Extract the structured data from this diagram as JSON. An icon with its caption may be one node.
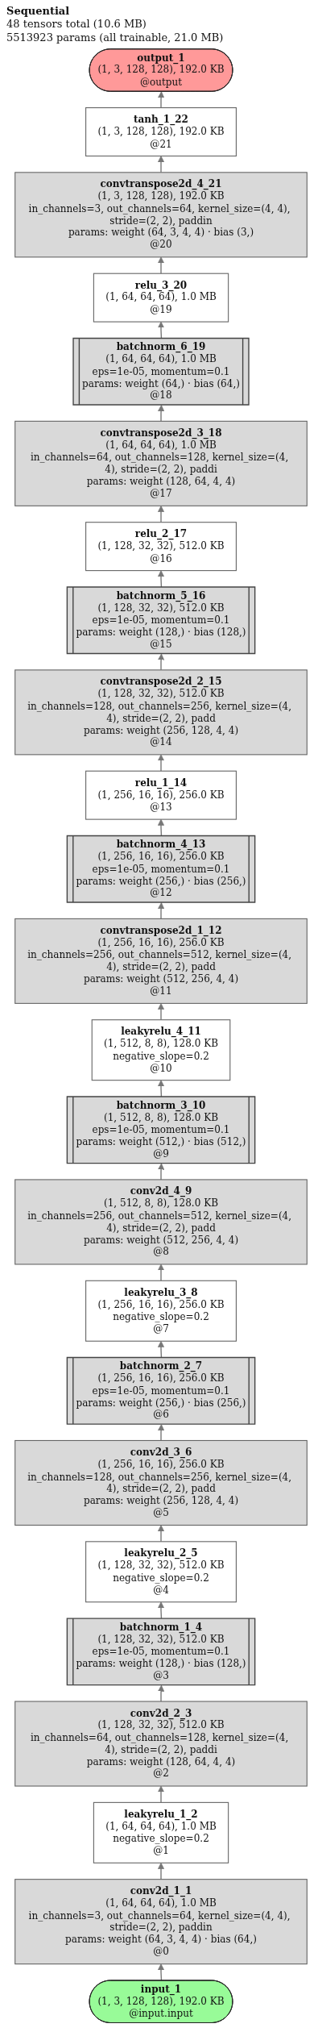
{
  "diagram": {
    "title": "Sequential",
    "nodes": [
      {
        "text": [
          "output_1",
          "(1, 3, 128, 128), 192.0 KB",
          "@output"
        ]
      },
      {
        "text": [
          "tanh_1_22",
          "(1, 3, 128, 128), 192.0 KB",
          "@21"
        ]
      },
      {
        "text": [
          "convtranspose2d_4_21",
          "(1, 3, 128, 128), 192.0 KB",
          "in_channels=3, out_channels=64, kernel_size=(4, 4), stride=(2, 2), paddin",
          "params: weight (64, 3, 4, 4) · bias (3,)",
          "@20"
        ]
      },
      {
        "text": [
          "relu_3_20",
          "(1, 64, 64, 64), 1.0 MB",
          "@19"
        ]
      },
      {
        "text": [
          "batchnorm_6_19",
          "(1, 64, 64, 64), 1.0 MB",
          "eps=1e-05, momentum=0.1",
          "params: weight (64,) · bias (64,)",
          "@18"
        ]
      },
      {
        "text": [
          "convtranspose2d_3_18",
          "(1, 64, 64, 64), 1.0 MB",
          "in_channels=64, out_channels=128, kernel_size=(4, 4), stride=(2, 2), paddi",
          "params: weight (128, 64, 4, 4)",
          "@17"
        ]
      },
      {
        "text": [
          "relu_2_17",
          "(1, 128, 32, 32), 512.0 KB",
          "@16"
        ]
      },
      {
        "text": [
          "batchnorm_5_16",
          "(1, 128, 32, 32), 512.0 KB",
          "eps=1e-05, momentum=0.1",
          "params: weight (128,) · bias (128,)",
          "@15"
        ]
      },
      {
        "text": [
          "convtranspose2d_2_15",
          "(1, 128, 32, 32), 512.0 KB",
          "in_channels=128, out_channels=256, kernel_size=(4, 4), stride=(2, 2), padd",
          "params: weight (256, 128, 4, 4)",
          "@14"
        ]
      },
      {
        "text": [
          "relu_1_14",
          "(1, 256, 16, 16), 256.0 KB",
          "@13"
        ]
      },
      {
        "text": [
          "batchnorm_4_13",
          "(1, 256, 16, 16), 256.0 KB",
          "eps=1e-05, momentum=0.1",
          "params: weight (256,) · bias (256,)",
          "@12"
        ]
      },
      {
        "text": [
          "convtranspose2d_1_12",
          "(1, 256, 16, 16), 256.0 KB",
          "in_channels=256, out_channels=512, kernel_size=(4, 4), stride=(2, 2), padd",
          "params: weight (512, 256, 4, 4)",
          "@11"
        ]
      },
      {
        "text": [
          "leakyrelu_4_11",
          "(1, 512, 8, 8), 128.0 KB",
          "negative_slope=0.2",
          "@10"
        ]
      },
      {
        "text": [
          "batchnorm_3_10",
          "(1, 512, 8, 8), 128.0 KB",
          "eps=1e-05, momentum=0.1",
          "params: weight (512,) · bias (512,)",
          "@9"
        ]
      },
      {
        "text": [
          "conv2d_4_9",
          "(1, 512, 8, 8), 128.0 KB",
          "in_channels=256, out_channels=512, kernel_size=(4, 4), stride=(2, 2), padd",
          "params: weight (512, 256, 4, 4)",
          "@8"
        ]
      },
      {
        "text": [
          "leakyrelu_3_8",
          "(1, 256, 16, 16), 256.0 KB",
          "negative_slope=0.2",
          "@7"
        ]
      },
      {
        "text": [
          "batchnorm_2_7",
          "(1, 256, 16, 16), 256.0 KB",
          "eps=1e-05, momentum=0.1",
          "params: weight (256,) · bias (256,)",
          "@6"
        ]
      },
      {
        "text": [
          "conv2d_3_6",
          "(1, 256, 16, 16), 256.0 KB",
          "in_channels=128, out_channels=256, kernel_size=(4, 4), stride=(2, 2), padd",
          "params: weight (256, 128, 4, 4)",
          "@5"
        ]
      },
      {
        "text": [
          "leakyrelu_2_5",
          "(1, 128, 32, 32), 512.0 KB",
          "negative_slope=0.2",
          "@4"
        ]
      },
      {
        "text": [
          "batchnorm_1_4",
          "(1, 128, 32, 32), 512.0 KB",
          "eps=1e-05, momentum=0.1",
          "params: weight (128,) · bias (128,)",
          "@3"
        ]
      },
      {
        "text": [
          "conv2d_2_3",
          "(1, 128, 32, 32), 512.0 KB",
          "in_channels=64, out_channels=128, kernel_size=(4, 4), stride=(2, 2), paddi",
          "params: weight (128, 64, 4, 4)",
          "@2"
        ]
      },
      {
        "text": [
          "leakyrelu_1_2",
          "(1, 64, 64, 64), 1.0 MB",
          "negative_slope=0.2",
          "@1"
        ]
      },
      {
        "text": [
          "conv2d_1_1",
          "(1, 64, 64, 64), 1.0 MB",
          "in_channels=3, out_channels=64, kernel_size=(4, 4), stride=(2, 2), paddin",
          "params: weight (64, 3, 4, 4) · bias (64,)",
          "@0"
        ]
      },
      {
        "text": [
          "input_1",
          "(1, 3, 128, 128), 192.0 KB",
          "@input.input"
        ]
      }
    ],
    "edges": [
      {
        "from": 23,
        "to": 22,
        "arrow": "to"
      },
      {
        "from": 22,
        "to": 21,
        "arrow": "to"
      },
      {
        "from": 21,
        "to": 20,
        "arrow": "to"
      },
      {
        "from": 20,
        "to": 19,
        "arrow": "to"
      },
      {
        "from": 19,
        "to": 18,
        "arrow": "to"
      },
      {
        "from": 18,
        "to": 17,
        "arrow": "to"
      },
      {
        "from": 17,
        "to": 16,
        "arrow": "to"
      },
      {
        "from": 16,
        "to": 15,
        "arrow": "to"
      },
      {
        "from": 15,
        "to": 14,
        "arrow": "to"
      },
      {
        "from": 14,
        "to": 13,
        "arrow": "to"
      },
      {
        "from": 13,
        "to": 12,
        "arrow": "to"
      },
      {
        "from": 12,
        "to": 11,
        "arrow": "to"
      },
      {
        "from": 11,
        "to": 10,
        "arrow": "to"
      },
      {
        "from": 10,
        "to": 9,
        "arrow": "to"
      },
      {
        "from": 9,
        "to": 8,
        "arrow": "to"
      },
      {
        "from": 8,
        "to": 7,
        "arrow": "to"
      },
      {
        "from": 7,
        "to": 6,
        "arrow": "to"
      },
      {
        "from": 6,
        "to": 5,
        "arrow": "to"
      },
      {
        "from": 5,
        "to": 4,
        "arrow": "to"
      },
      {
        "from": 4,
        "to": 3,
        "arrow": "to"
      },
      {
        "from": 3,
        "to": 2,
        "arrow": "to"
      },
      {
        "from": 2,
        "to": 1,
        "arrow": "to"
      },
      {
        "from": 1,
        "to": 0,
        "arrow": "to"
      }
    ],
    "labels": [
      "48 tensors total (10.6 MB)",
      "5513923 params (all trainable, 21.0 MB)"
    ]
  }
}
